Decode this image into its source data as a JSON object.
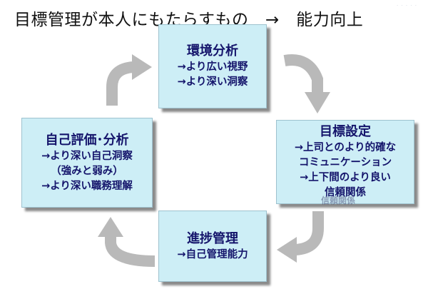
{
  "title": "目標管理が本人にもたらすもの　→　能力向上",
  "boxes": {
    "top": {
      "heading": "環境分析",
      "lines": [
        "→より広い視野",
        "→より深い洞察"
      ]
    },
    "right": {
      "heading": "目標設定",
      "lines": [
        "→上司とのより的確な",
        "コミュニケーション",
        "→上下間のより良い",
        "信頼関係"
      ]
    },
    "bottom": {
      "heading": "進捗管理",
      "lines": [
        "→自己管理能力"
      ]
    },
    "left": {
      "heading": "自己評価･分析",
      "lines": [
        "→より深い自己洞察",
        "（強みと弱み）",
        "→より深い職務理解"
      ]
    }
  },
  "colors": {
    "box_fill": "#cdeef6",
    "box_text": "#14146b",
    "arrow": "#b9b9b9"
  }
}
